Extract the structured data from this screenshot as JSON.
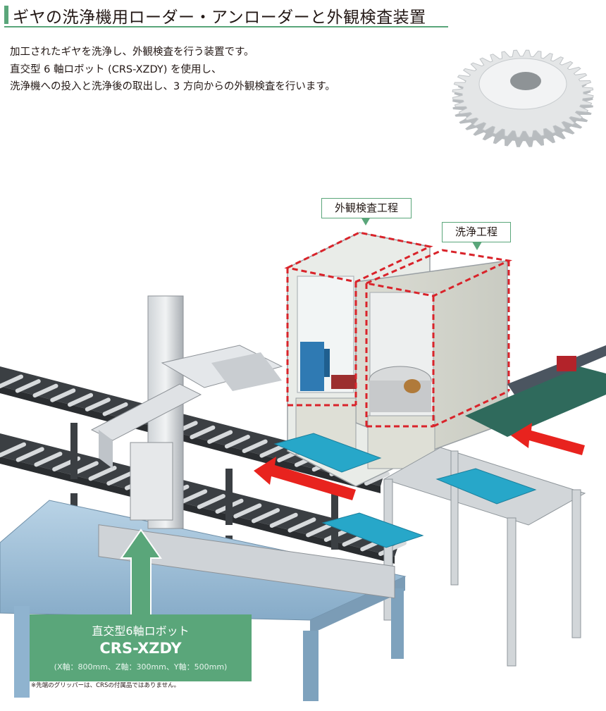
{
  "header": {
    "title": "ギヤの洗浄機用ローダー・アンローダーと外観検査装置"
  },
  "intro": {
    "line1": "加工されたギヤを洗浄し、外観検査を行う装置です。",
    "line2": "直交型 6 軸ロボット (CRS-XZDY) を使用し、",
    "line3": "洗浄機への投入と洗浄後の取出し、3 方向からの外観検査を行います。"
  },
  "callouts": {
    "inspection": "外観検査工程",
    "washing": "洗浄工程"
  },
  "robot": {
    "line1": "直交型6軸ロボット",
    "model": "CRS-XZDY",
    "spec": "(X軸：800mm、Z軸：300mm、Y軸：500mm)"
  },
  "note": "※先端のグリッパーは、CRSの付属品ではありません。",
  "colors": {
    "accent_green": "#5aa67a",
    "dashed_red": "#d9232a",
    "arrow_red": "#e8231e",
    "tray_blue": "#27a7c9",
    "table_blue": "#9ec2db"
  }
}
